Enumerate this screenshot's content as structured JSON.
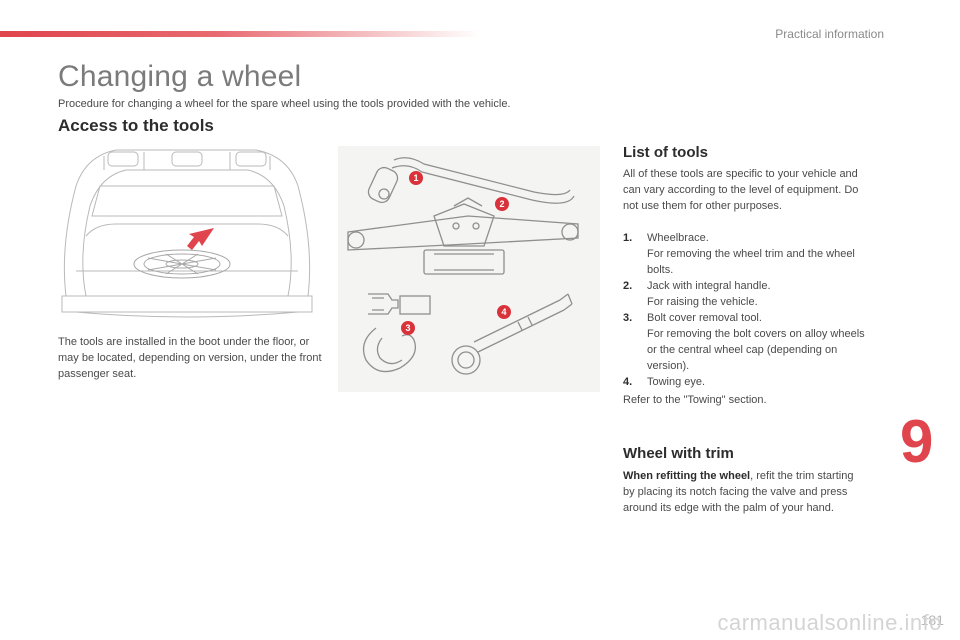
{
  "header": {
    "section_label": "Practical information"
  },
  "title": "Changing a wheel",
  "intro": "Procedure for changing a wheel for the spare wheel using the tools provided with the vehicle.",
  "access": {
    "heading": "Access to the tools",
    "boot_text": "The tools are installed in the boot under the floor, or may be located, depending on version, under the front passenger seat."
  },
  "tools_figure": {
    "callouts": [
      "1",
      "2",
      "3",
      "4"
    ]
  },
  "list_of_tools": {
    "heading": "List of tools",
    "intro": "All of these tools are specific to your vehicle and can vary according to the level of equipment. Do not use them for other purposes.",
    "items": [
      {
        "num": "1.",
        "name": "Wheelbrace.",
        "desc": "For removing the wheel trim and the wheel bolts."
      },
      {
        "num": "2.",
        "name": "Jack with integral handle.",
        "desc": "For raising the vehicle."
      },
      {
        "num": "3.",
        "name": "Bolt cover removal tool.",
        "desc": "For removing the bolt covers on alloy wheels or the central wheel cap (depending on version)."
      },
      {
        "num": "4.",
        "name": "Towing eye.",
        "desc": ""
      }
    ],
    "refer": "Refer to the \"Towing\" section."
  },
  "wheel_with_trim": {
    "heading": "Wheel with trim",
    "lead": "When refitting the wheel",
    "text": ", refit the trim starting by placing its notch facing the valve and press around its edge with the palm of your hand."
  },
  "chapter_number": "9",
  "page_number": "181",
  "watermark": "carmanualsonline.info",
  "colors": {
    "accent": "#e0444c",
    "callout": "#d9323a"
  }
}
